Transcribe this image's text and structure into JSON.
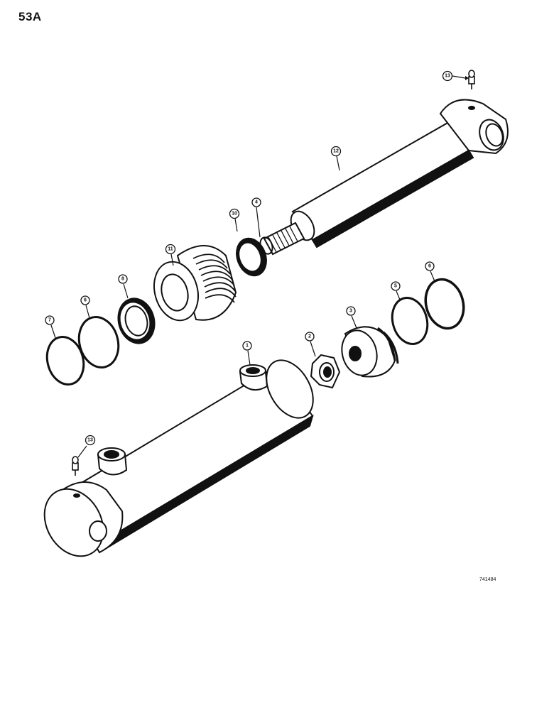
{
  "page_number": "53A",
  "figure_code": "741484",
  "callouts": {
    "c1": "1",
    "c2": "2",
    "c3": "3",
    "c4": "4",
    "c5": "5",
    "c6a": "6",
    "c6b": "6",
    "c7": "7",
    "c8": "8",
    "c10": "10",
    "c11": "11",
    "c12": "12",
    "c13a": "13",
    "c13b": "13"
  }
}
